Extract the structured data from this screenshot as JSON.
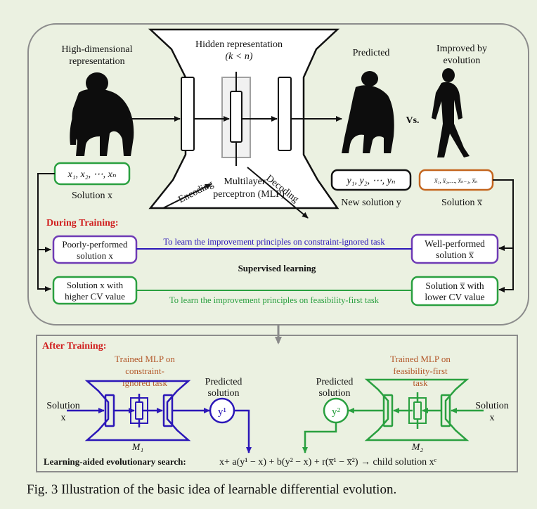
{
  "top": {
    "high_dim_label_1": "High-dimensional",
    "high_dim_label_2": "representation",
    "hidden_rep_label": "Hidden representation",
    "hidden_rep_cond": "(k < n)",
    "predicted_label": "Predicted",
    "improved_label_1": "Improved by",
    "improved_label_2": "evolution",
    "vs_label": "Vs.",
    "solution_x_vector": "x₁, x₂, ⋯, xₙ",
    "solution_x_label": "Solution x",
    "new_solution_vector": "y₁, y₂, ⋯, yₙ",
    "new_solution_label": "New solution y",
    "improved_vector": "x̅₁, x̅₂,…, x̅ₙ₋₁, x̅ₙ",
    "improved_solution_label": "Solution x̅",
    "encoding_label": "Encoding",
    "decoding_label": "Decoding",
    "mlp_label_1": "Multilayer",
    "mlp_label_2": "perceptron (MLP)"
  },
  "training": {
    "title": "During Training:",
    "poor_box_1": "Poorly-performed",
    "poor_box_2": "solution x",
    "well_box_1": "Well-performed",
    "well_box_2": "solution x̅",
    "blue_caption": "To learn the improvement principles on constraint-ignored task",
    "supervised_label": "Supervised learning",
    "high_cv_1": "Solution x with",
    "high_cv_2": "higher CV value",
    "low_cv_1": "Solution x̅  with",
    "low_cv_2": "lower CV value",
    "green_caption": "To learn the improvement principles on feasibility-first task"
  },
  "after": {
    "title": "After Training:",
    "m1_label_1": "Trained MLP on",
    "m1_label_2": "constraint-",
    "m1_label_3": "ignored task",
    "m2_label_1": "Trained MLP on",
    "m2_label_2": "feasibility-first",
    "m2_label_3": "task",
    "predicted_1": "Predicted",
    "predicted_2": "solution",
    "solution_1": "Solution",
    "solution_2": "x",
    "y1": "y¹",
    "y2": "y²",
    "m1": "M₁",
    "m2": "M₂",
    "search_label": "Learning-aided evolutionary search:",
    "search_formula": "x+ a(y¹ − x) + b(y² − x) + r(x̅¹ − x̅²) → child solution  xᶜ"
  },
  "caption": "Fig. 3 Illustration of the basic idea of learnable differential evolution.",
  "colors": {
    "blue": "#2b17b8",
    "green": "#2aa040",
    "purple": "#6f3bb5",
    "red": "#d01e1e",
    "brown": "#b3582a",
    "background": "#ebf1e1"
  }
}
